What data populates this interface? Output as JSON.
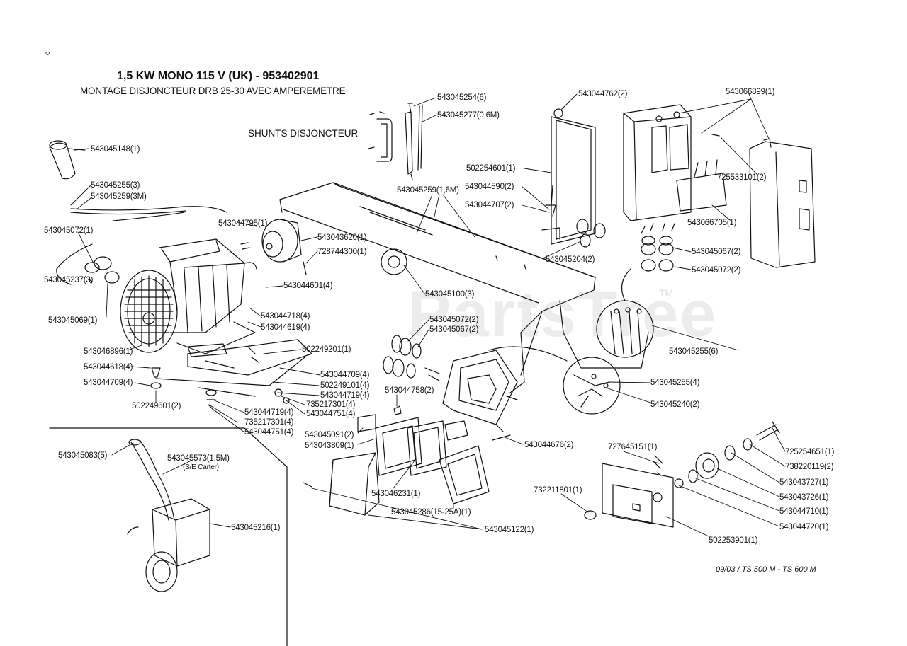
{
  "header": {
    "title": "1,5 KW MONO 115 V (UK) - 953402901",
    "subtitle": "MONTAGE DISJONCTEUR DRB 25-30 AVEC AMPEREMETRE",
    "section_label": "SHUNTS DISJONCTEUR",
    "corner_mark": "c"
  },
  "footer": {
    "text": "09/03  / TS 500 M - TS 600 M"
  },
  "watermark": {
    "text": "PartsTree",
    "tm": "TM"
  },
  "parts": [
    {
      "label": "543045148(1)"
    },
    {
      "label": "543045255(3)"
    },
    {
      "label": "543045259(3M)"
    },
    {
      "label": "543045072(1)"
    },
    {
      "label": "543045237(3)"
    },
    {
      "label": "543045069(1)"
    },
    {
      "label": "543046896(1)"
    },
    {
      "label": "543044618(4)"
    },
    {
      "label": "543044709(4)"
    },
    {
      "label": "502249601(2)"
    },
    {
      "label": "543044795(1)"
    },
    {
      "label": "543043620(1)"
    },
    {
      "label": "728744300(1)"
    },
    {
      "label": "543044601(4)"
    },
    {
      "label": "543044718(4)"
    },
    {
      "label": "543044619(4)"
    },
    {
      "label": "502249201(1)"
    },
    {
      "label": "543044709(4)"
    },
    {
      "label": "502249101(4)"
    },
    {
      "label": "543044719(4)"
    },
    {
      "label": "735217301(4)"
    },
    {
      "label": "543044751(4)"
    },
    {
      "label": "543044719(4)"
    },
    {
      "label": "735217301(4)"
    },
    {
      "label": "543044751(4)"
    },
    {
      "label": "543045254(6)"
    },
    {
      "label": "543045277(0,6M)"
    },
    {
      "label": "543045259(1,6M)"
    },
    {
      "label": "543045100(3)"
    },
    {
      "label": "543045072(2)"
    },
    {
      "label": "543045067(2)"
    },
    {
      "label": "543044758(2)"
    },
    {
      "label": "543045091(2)"
    },
    {
      "label": "543043809(1)"
    },
    {
      "label": "543046231(1)"
    },
    {
      "label": "543045286(15-25A)(1)"
    },
    {
      "label": "543045122(1)"
    },
    {
      "label": "543044676(2)"
    },
    {
      "label": "543044762(2)"
    },
    {
      "label": "502254601(1)"
    },
    {
      "label": "543044590(2)"
    },
    {
      "label": "543044707(2)"
    },
    {
      "label": "543045204(2)"
    },
    {
      "label": "543066899(1)"
    },
    {
      "label": "725533101(2)"
    },
    {
      "label": "543066705(1)"
    },
    {
      "label": "543045067(2)"
    },
    {
      "label": "543045072(2)"
    },
    {
      "label": "543045255(6)"
    },
    {
      "label": "543045255(4)"
    },
    {
      "label": "543045240(2)"
    },
    {
      "label": "727645151(1)"
    },
    {
      "label": "732211801(1)"
    },
    {
      "label": "502253901(1)"
    },
    {
      "label": "725254651(1)"
    },
    {
      "label": "738220119(2)"
    },
    {
      "label": "543043727(1)"
    },
    {
      "label": "543043726(1)"
    },
    {
      "label": "543044710(1)"
    },
    {
      "label": "543044720(1)"
    },
    {
      "label": "543045083(5)"
    },
    {
      "label": "543045573(1,5M)"
    },
    {
      "label": "(S/E Carter)"
    },
    {
      "label": "543045216(1)"
    }
  ]
}
